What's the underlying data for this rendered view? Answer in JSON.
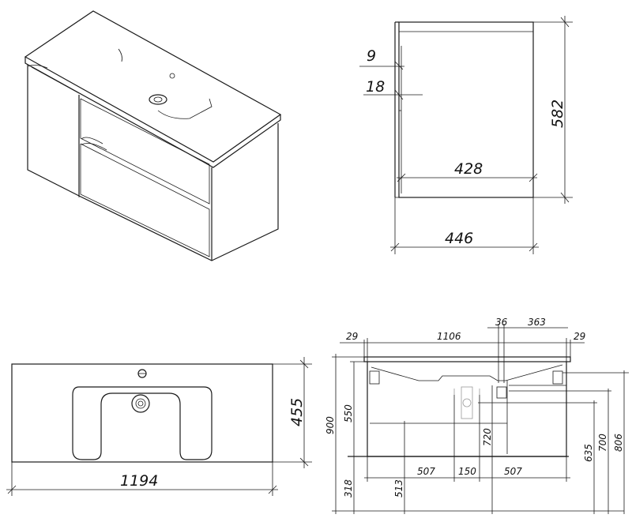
{
  "side_view": {
    "dims": {
      "top_gap": "9",
      "drawer_gap": "18",
      "height": "582",
      "inner_depth": "428",
      "depth": "446"
    }
  },
  "plan_view": {
    "dims": {
      "depth": "455",
      "width": "1194"
    }
  },
  "front_view": {
    "dims": {
      "left_overhang": "29",
      "inner_width": "1106",
      "pipe_offset": "36",
      "pipe_to_right": "363",
      "right_overhang": "29",
      "total_height": "900",
      "cabinet_height": "550",
      "floor_to_cabinet": "318",
      "shelf_height": "513",
      "pipe_height": "720",
      "left_span": "507",
      "center_span": "150",
      "right_span": "507",
      "hook_low": "635",
      "hook_mid": "700",
      "hook_high": "806"
    }
  }
}
